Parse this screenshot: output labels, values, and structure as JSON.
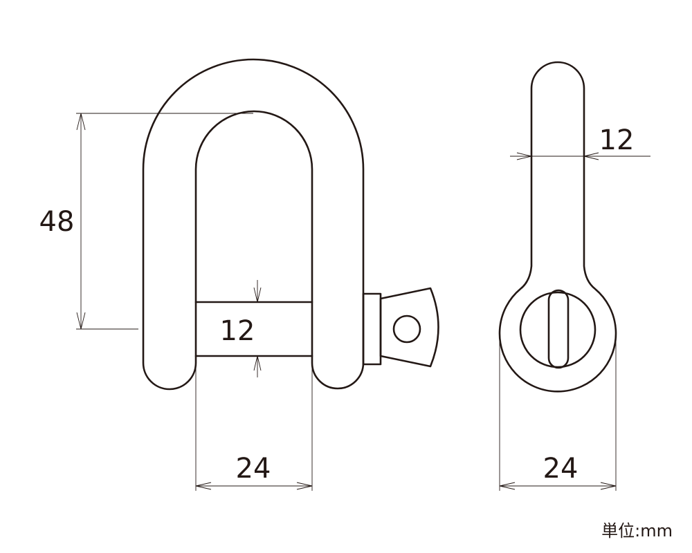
{
  "dimensions": {
    "front_height": "48",
    "front_pin_diameter": "12",
    "front_inner_width": "24",
    "side_body_thickness": "12",
    "side_eye_width": "24"
  },
  "unit_label": "単位:mm"
}
